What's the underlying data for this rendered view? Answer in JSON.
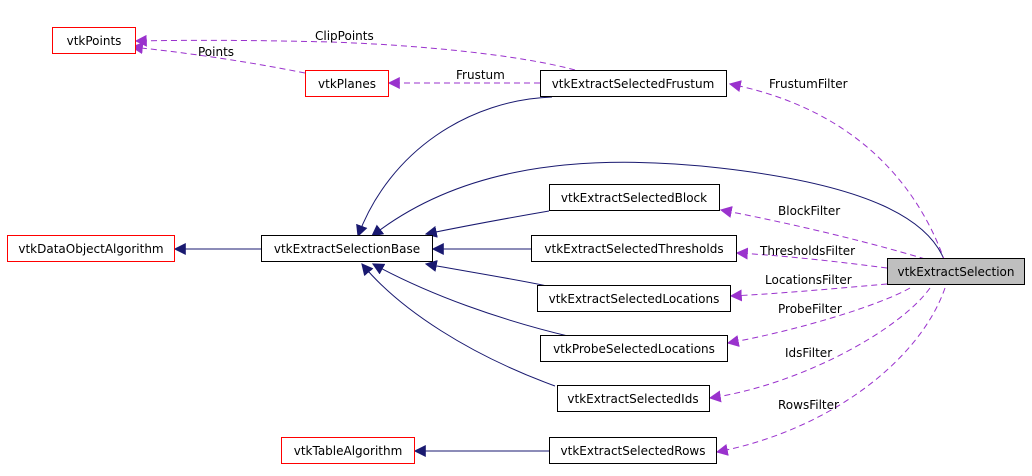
{
  "colors": {
    "inheritance_edge": "#191970",
    "usage_edge": "#9a32cd",
    "red_border": "#ff0000",
    "black_border": "#000000",
    "highlight_fill": "#bfbfbf"
  },
  "nodes": {
    "vtkPoints": "vtkPoints",
    "vtkPlanes": "vtkPlanes",
    "vtkExtractSelectedFrustum": "vtkExtractSelectedFrustum",
    "vtkDataObjectAlgorithm": "vtkDataObjectAlgorithm",
    "vtkExtractSelectionBase": "vtkExtractSelectionBase",
    "vtkExtractSelectedBlock": "vtkExtractSelectedBlock",
    "vtkExtractSelectedThresholds": "vtkExtractSelectedThresholds",
    "vtkExtractSelection": "vtkExtractSelection",
    "vtkExtractSelectedLocations": "vtkExtractSelectedLocations",
    "vtkProbeSelectedLocations": "vtkProbeSelectedLocations",
    "vtkExtractSelectedIds": "vtkExtractSelectedIds",
    "vtkTableAlgorithm": "vtkTableAlgorithm",
    "vtkExtractSelectedRows": "vtkExtractSelectedRows"
  },
  "edge_labels": {
    "clip_points": "ClipPoints",
    "points": "Points",
    "frustum": "Frustum",
    "frustum_filter": "FrustumFilter",
    "block_filter": "BlockFilter",
    "thresholds_filter": "ThresholdsFilter",
    "locations_filter": "LocationsFilter",
    "probe_filter": "ProbeFilter",
    "ids_filter": "IdsFilter",
    "rows_filter": "RowsFilter"
  }
}
